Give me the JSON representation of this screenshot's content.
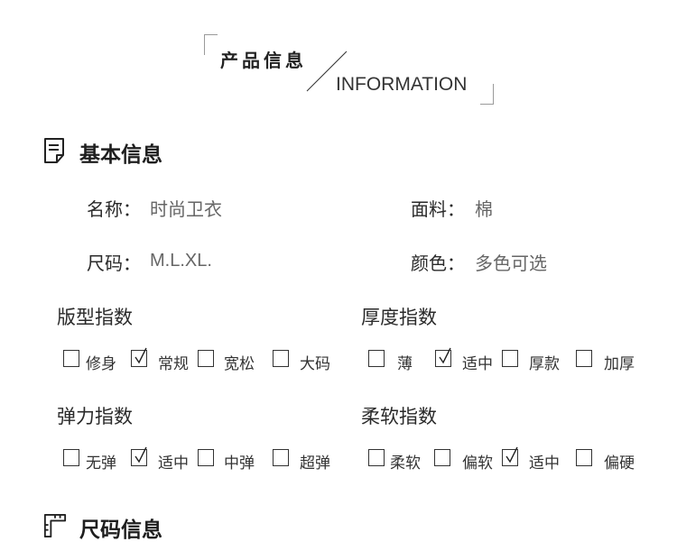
{
  "header": {
    "title_cn": "产品信息",
    "title_en": "INFORMATION"
  },
  "basic_section": {
    "title": "基本信息",
    "icon": "document-icon",
    "fields": {
      "name_label": "名称：",
      "name_value": "时尚卫衣",
      "fabric_label": "面料：",
      "fabric_value": "棉",
      "size_label": "尺码：",
      "size_value": "M.L.XL.",
      "color_label": "颜色：",
      "color_value": "多色可选"
    }
  },
  "indices": {
    "fit": {
      "title": "版型指数",
      "options": [
        "修身",
        "常规",
        "宽松",
        "大码"
      ],
      "selected": "常规"
    },
    "thickness": {
      "title": "厚度指数",
      "options": [
        "薄",
        "适中",
        "厚款",
        "加厚"
      ],
      "selected": "适中"
    },
    "elasticity": {
      "title": "弹力指数",
      "options": [
        "无弹",
        "适中",
        "中弹",
        "超弹"
      ],
      "selected": "适中"
    },
    "softness": {
      "title": "柔软指数",
      "options": [
        "柔软",
        "偏软",
        "适中",
        "偏硬"
      ],
      "selected": "适中"
    }
  },
  "size_section": {
    "title": "尺码信息",
    "icon": "ruler-icon"
  }
}
